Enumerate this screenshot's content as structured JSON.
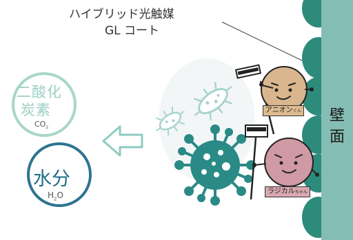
{
  "callout": {
    "line1": "ハイブリッド光触媒",
    "line2": "GL コート"
  },
  "co2": {
    "line1": "二酸化",
    "line2": "炭素",
    "formula_main": "CO",
    "formula_sub": "2"
  },
  "h2o": {
    "label": "水分",
    "formula_a": "H",
    "formula_sub": "2",
    "formula_b": "O"
  },
  "wall": {
    "char1": "壁",
    "char2": "面"
  },
  "characters": {
    "anion": {
      "name": "アニオン",
      "suffix": "くん"
    },
    "radical": {
      "name": "ラジカル",
      "suffix": "ちゃん"
    }
  },
  "colors": {
    "wall": "#84bdb3",
    "bumps": "#2d8b7b",
    "virus_big": "#2a8a86",
    "bacteria": "#a9d4cc",
    "co2_circle": "#a8d6ca",
    "h2o_circle": "#2f7391",
    "arrow": "#8ecbc2",
    "anion_face": "#d9b68e",
    "radical_face": "#cf9aa4"
  },
  "icons": [
    "left-arrow-icon",
    "virus-icon",
    "bacteria-icon",
    "mop-icon"
  ]
}
